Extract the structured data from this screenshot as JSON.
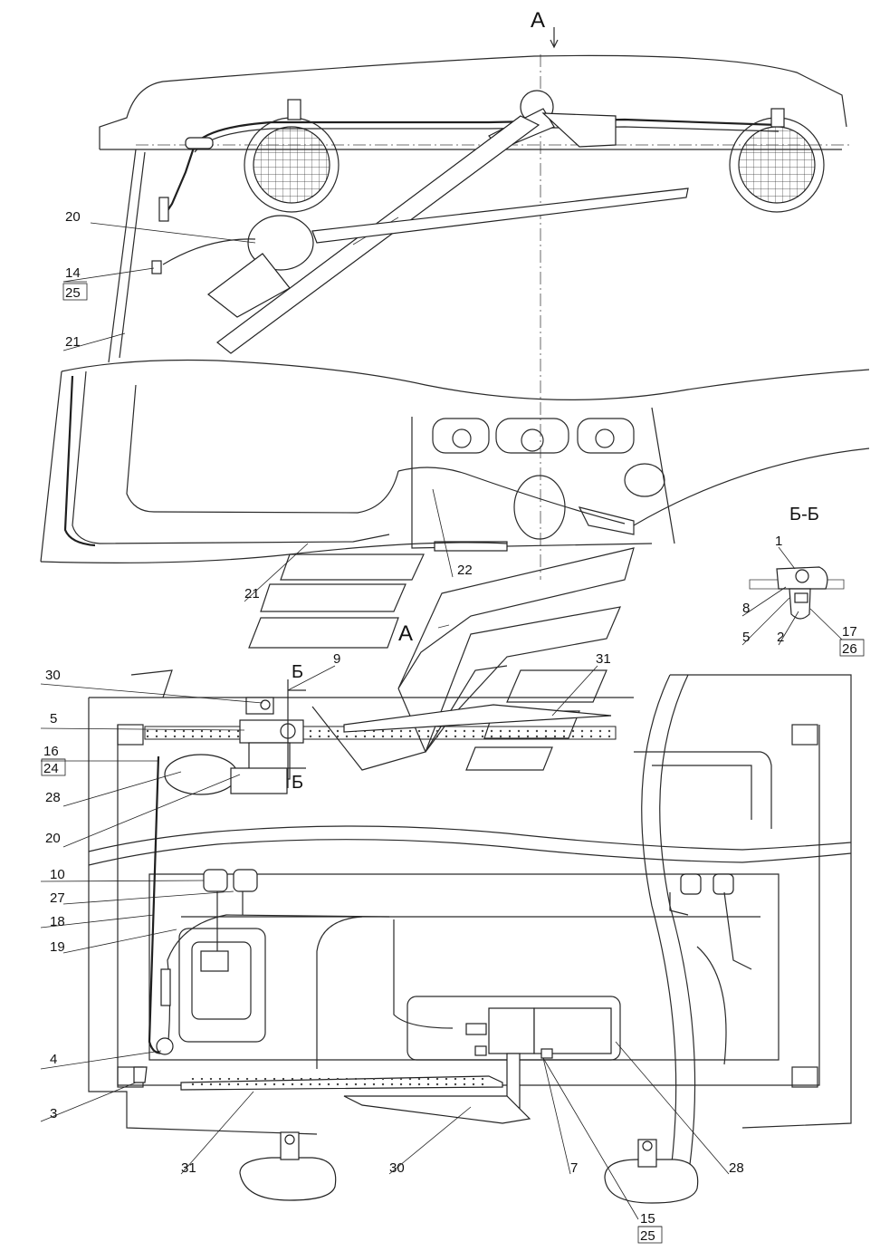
{
  "view_labels": {
    "view_a_top": "А",
    "view_a_mid": "А",
    "section_title": "Б-Б",
    "section_mark_top": "Б",
    "section_mark_bottom": "Б"
  },
  "callouts_top": [
    {
      "id": "20",
      "text": "20"
    },
    {
      "id": "14",
      "text": "14"
    },
    {
      "id": "25",
      "text": "25"
    },
    {
      "id": "21a",
      "text": "21"
    },
    {
      "id": "21b",
      "text": "21"
    },
    {
      "id": "22",
      "text": "22"
    }
  ],
  "callouts_section": [
    {
      "id": "1",
      "text": "1"
    },
    {
      "id": "8",
      "text": "8"
    },
    {
      "id": "5",
      "text": "5"
    },
    {
      "id": "2",
      "text": "2"
    },
    {
      "id": "17",
      "text": "17"
    },
    {
      "id": "26",
      "text": "26"
    }
  ],
  "callouts_bottom": [
    {
      "id": "30a",
      "text": "30"
    },
    {
      "id": "9",
      "text": "9"
    },
    {
      "id": "31a",
      "text": "31"
    },
    {
      "id": "5b",
      "text": "5"
    },
    {
      "id": "16",
      "text": "16"
    },
    {
      "id": "24",
      "text": "24"
    },
    {
      "id": "28a",
      "text": "28"
    },
    {
      "id": "20b",
      "text": "20"
    },
    {
      "id": "10",
      "text": "10"
    },
    {
      "id": "27",
      "text": "27"
    },
    {
      "id": "18",
      "text": "18"
    },
    {
      "id": "19",
      "text": "19"
    },
    {
      "id": "4",
      "text": "4"
    },
    {
      "id": "3",
      "text": "3"
    },
    {
      "id": "31b",
      "text": "31"
    },
    {
      "id": "30b",
      "text": "30"
    },
    {
      "id": "7",
      "text": "7"
    },
    {
      "id": "15",
      "text": "15"
    },
    {
      "id": "25b",
      "text": "25"
    },
    {
      "id": "28b",
      "text": "28"
    }
  ]
}
